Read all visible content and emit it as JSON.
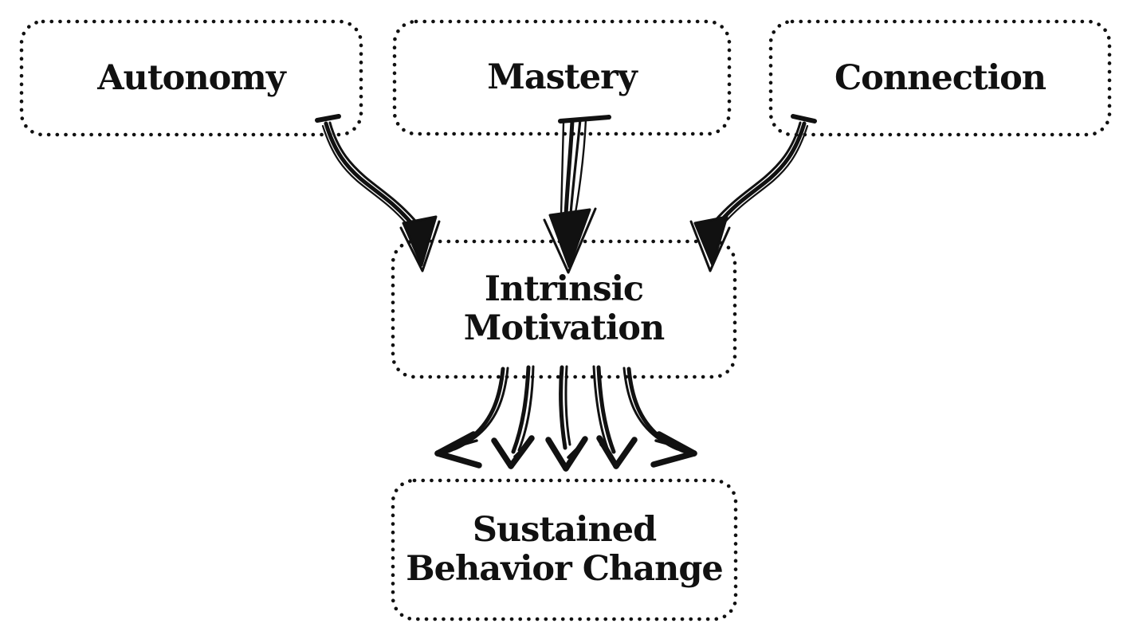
{
  "diagram": {
    "colors": {
      "ink": "#111111",
      "background": "#ffffff"
    },
    "nodes": {
      "autonomy": {
        "label": "Autonomy"
      },
      "mastery": {
        "label": "Mastery"
      },
      "connection": {
        "label": "Connection"
      },
      "intrinsic_motivation": {
        "line1": "Intrinsic",
        "line2": "Motivation"
      },
      "sustained_behavior_change": {
        "line1": "Sustained",
        "line2": "Behavior Change"
      }
    },
    "edges": [
      {
        "from": "Autonomy",
        "to": "Intrinsic Motivation",
        "style": "hand-drawn s-curve arrow"
      },
      {
        "from": "Mastery",
        "to": "Intrinsic Motivation",
        "style": "hand-drawn straight arrow"
      },
      {
        "from": "Connection",
        "to": "Intrinsic Motivation",
        "style": "hand-drawn s-curve arrow"
      },
      {
        "from": "Intrinsic Motivation",
        "to": "Sustained Behavior Change",
        "style": "five hand-drawn fanned arrows"
      }
    ]
  }
}
